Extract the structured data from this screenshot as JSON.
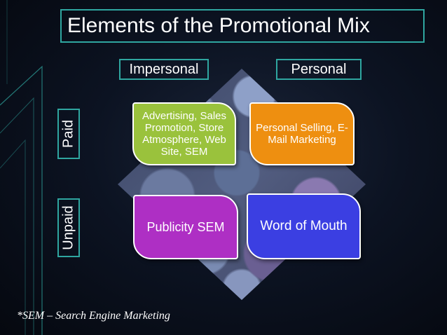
{
  "title": "Elements of the Promotional Mix",
  "columns": {
    "impersonal": "Impersonal",
    "personal": "Personal"
  },
  "rows": {
    "paid": "Paid",
    "unpaid": "Unpaid"
  },
  "cells": {
    "paid_impersonal": "Advertising, Sales Promotion, Store Atmosphere, Web Site, SEM",
    "paid_personal": "Personal Selling, E-Mail Marketing",
    "unpaid_impersonal": "Publicity SEM",
    "unpaid_personal": "Word of Mouth"
  },
  "footnote": "*SEM – Search Engine Marketing",
  "colors": {
    "accent_border": "#2fa6a0",
    "paid_impersonal": "#9ac23c",
    "paid_personal": "#ee8f10",
    "unpaid_impersonal": "#ae2fc4",
    "unpaid_personal": "#3b3fe2"
  }
}
